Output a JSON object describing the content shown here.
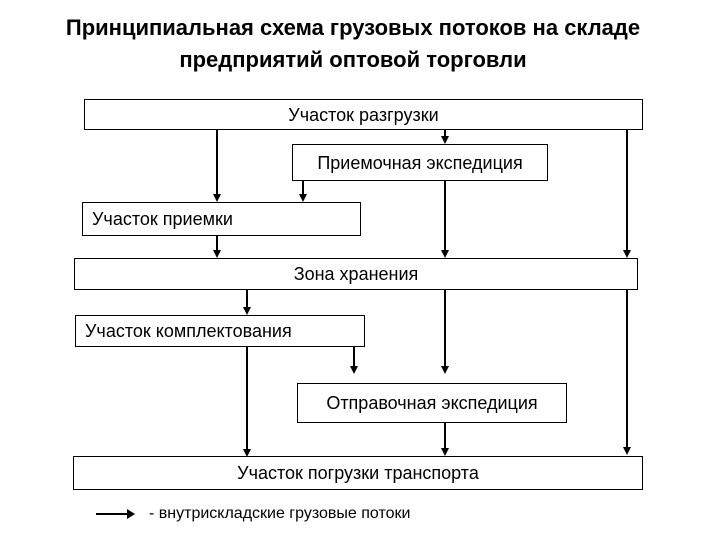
{
  "title": {
    "line1": "Принципиальная схема грузовых потоков на складе",
    "line2": "предприятий оптовой торговли"
  },
  "nodes": {
    "unloading": "Участок разгрузки",
    "receiving_expedition": "Приемочная экспедиция",
    "acceptance": "Участок приемки",
    "storage": "Зона хранения",
    "picking": "Участок комплектования",
    "dispatch_expedition": "Отправочная экспедиция",
    "loading": "Участок погрузки транспорта"
  },
  "flows": [
    {
      "from": "unloading",
      "to": "acceptance"
    },
    {
      "from": "unloading",
      "to": "receiving_expedition"
    },
    {
      "from": "unloading",
      "to": "storage"
    },
    {
      "from": "receiving_expedition",
      "to": "acceptance"
    },
    {
      "from": "receiving_expedition",
      "to": "storage"
    },
    {
      "from": "acceptance",
      "to": "storage"
    },
    {
      "from": "storage",
      "to": "picking"
    },
    {
      "from": "storage",
      "to": "dispatch_expedition"
    },
    {
      "from": "storage",
      "to": "loading"
    },
    {
      "from": "picking",
      "to": "dispatch_expedition"
    },
    {
      "from": "picking",
      "to": "loading"
    },
    {
      "from": "dispatch_expedition",
      "to": "loading"
    }
  ],
  "legend": {
    "label": "- внутрискладские грузовые потоки"
  },
  "colors": {
    "background": "#ffffff",
    "line": "#000000",
    "text": "#000000"
  }
}
